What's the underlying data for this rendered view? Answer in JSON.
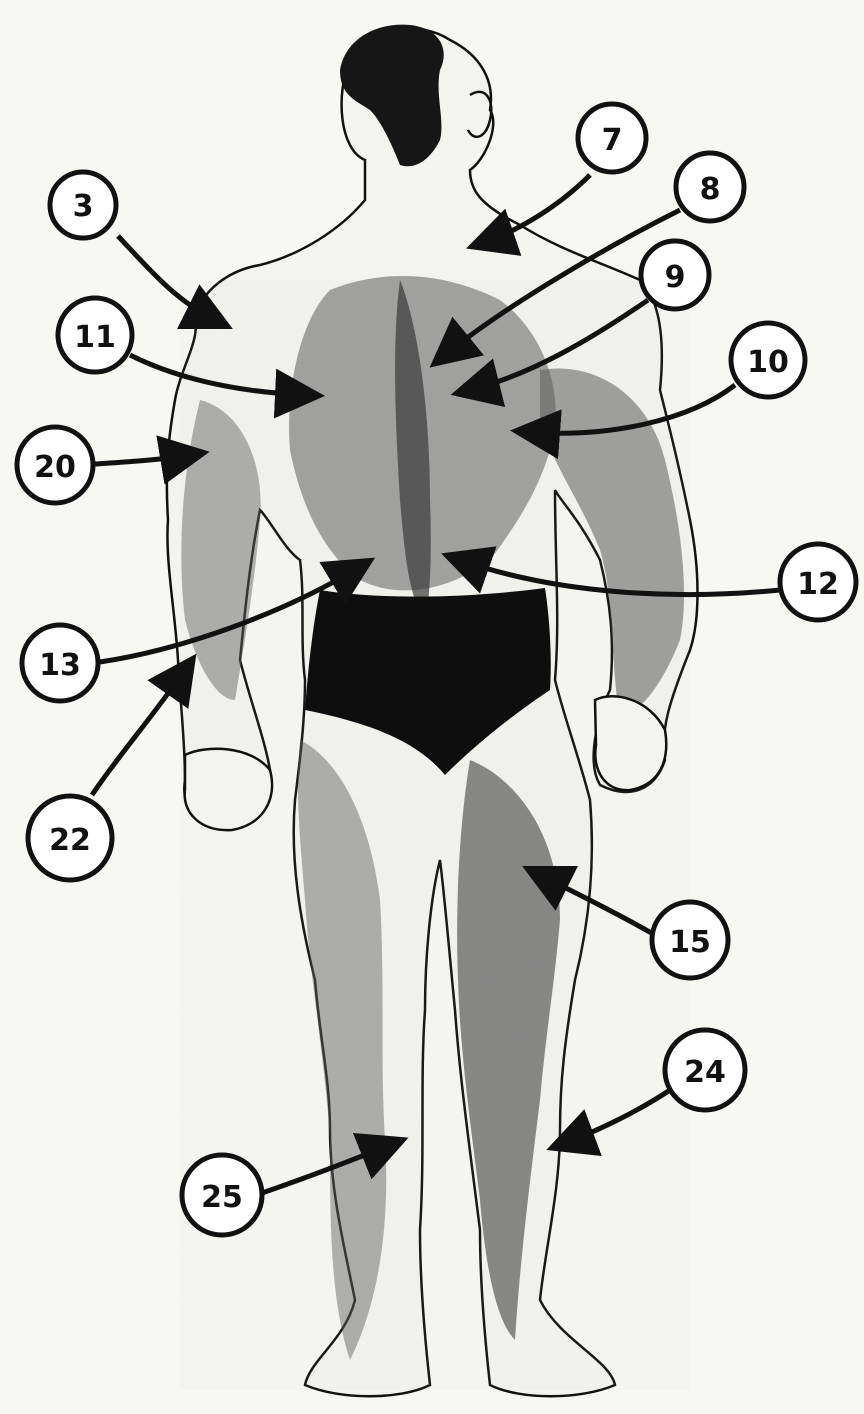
{
  "figure": {
    "ink_color": "#111111",
    "paper_color": "#f7f7f4",
    "shade_color": "#444444"
  },
  "callouts": [
    {
      "label": "3"
    },
    {
      "label": "7"
    },
    {
      "label": "8"
    },
    {
      "label": "9"
    },
    {
      "label": "10"
    },
    {
      "label": "11"
    },
    {
      "label": "20"
    },
    {
      "label": "12"
    },
    {
      "label": "13"
    },
    {
      "label": "22"
    },
    {
      "label": "15"
    },
    {
      "label": "24"
    },
    {
      "label": "25"
    }
  ]
}
